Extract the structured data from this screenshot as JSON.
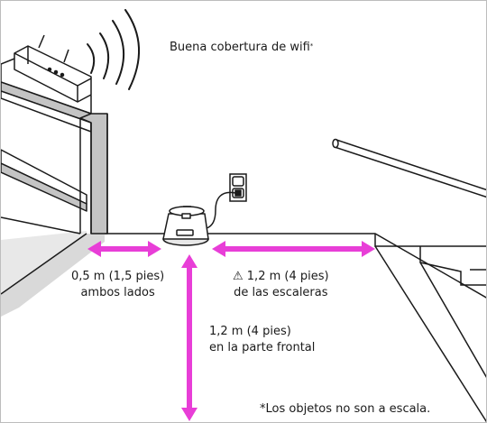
{
  "labels": {
    "wifi": "Buena cobertura de wifi",
    "wifi_mark": "*",
    "sides_line1": "0,5 m (1,5 pies)",
    "sides_line2": "ambos lados",
    "stairs_line1": "⚠ 1,2 m (4 pies)",
    "stairs_line2": "de las escaleras",
    "front_line1": "1,2 m (4 pies)",
    "front_line2": "en la parte frontal",
    "disclaimer": "*Los objetos no son a escala."
  },
  "colors": {
    "arrow": "#e83ed7",
    "line": "#1a1a1a",
    "wall_shadow": "#d9d9d9",
    "shelf_gray": "#c4c4c4",
    "background": "#ffffff"
  },
  "icons": [
    "router-icon",
    "wifi-waves-icon",
    "power-outlet-icon",
    "robot-dock-icon",
    "warning-icon"
  ]
}
